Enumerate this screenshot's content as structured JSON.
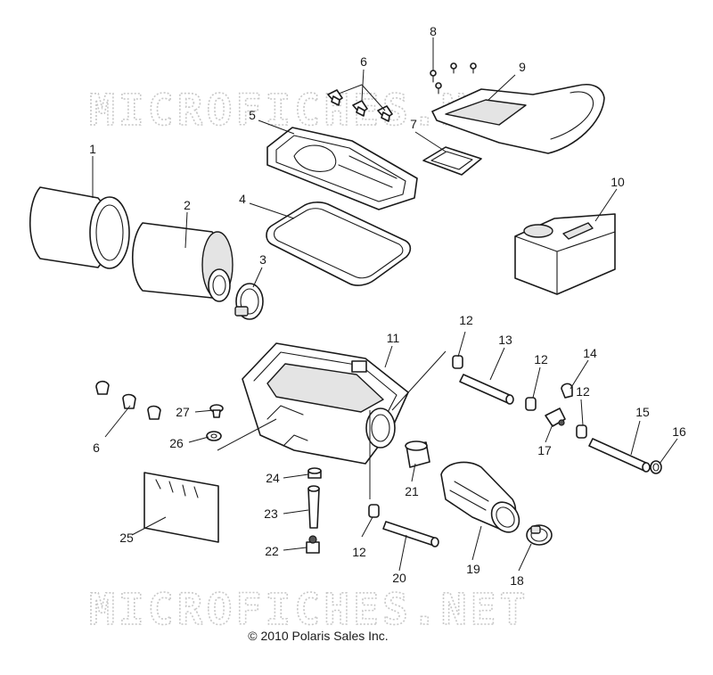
{
  "watermarks": [
    "MICROFICHES.NET",
    "MICROFICHES.NET"
  ],
  "copyright": "© 2010 Polaris Sales Inc.",
  "callouts": [
    "1",
    "2",
    "3",
    "4",
    "5",
    "6",
    "7",
    "8",
    "9",
    "10",
    "11",
    "12",
    "13",
    "12",
    "14",
    "12",
    "15",
    "16",
    "17",
    "6",
    "27",
    "26",
    "21",
    "24",
    "23",
    "25",
    "22",
    "12",
    "20",
    "19",
    "18"
  ]
}
